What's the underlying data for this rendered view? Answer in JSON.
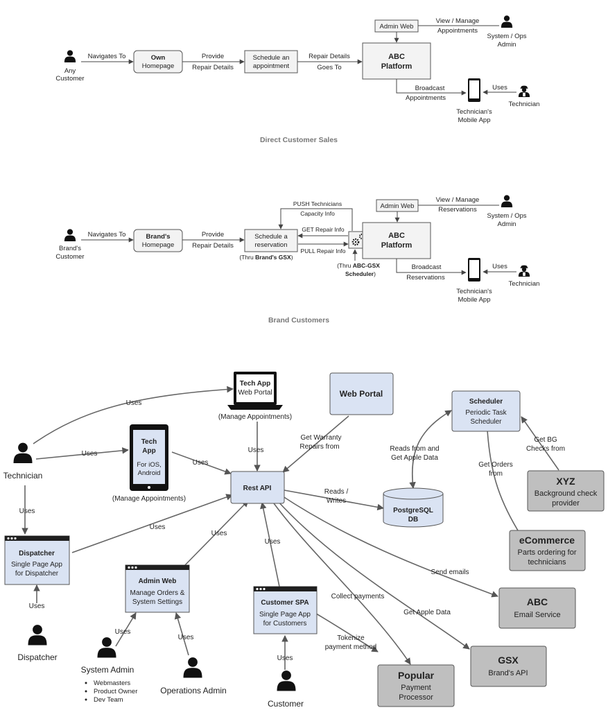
{
  "sections": [
    {
      "caption": "Direct Customer Sales"
    },
    {
      "caption": "Brand Customers"
    }
  ],
  "top": {
    "actor_customer": [
      "Any",
      "Customer"
    ],
    "edge_navigates": "Navigates To",
    "own_homepage": [
      "Own",
      "Homepage"
    ],
    "edge_provide": [
      "Provide",
      "Repair Details"
    ],
    "schedule_box": [
      "Schedule an",
      "appointment"
    ],
    "edge_repair": [
      "Repair Details",
      "Goes To"
    ],
    "admin_web": "Admin Web",
    "edge_view": [
      "View / Manage",
      "Appointments"
    ],
    "sysops": [
      "System / Ops",
      "Admin"
    ],
    "platform": [
      "ABC",
      "Platform"
    ],
    "edge_broadcast": [
      "Broadcast",
      "Appointments"
    ],
    "edge_uses": "Uses",
    "technician": "Technician",
    "mobile_app": [
      "Technician's",
      "Mobile App"
    ]
  },
  "mid": {
    "actor_customer": [
      "Brand's",
      "Customer"
    ],
    "edge_navigates": "Navigates To",
    "brand_homepage": [
      "Brand's",
      "Homepage"
    ],
    "edge_provide": [
      "Provide",
      "Repair Details"
    ],
    "schedule_box": [
      "Schedule a",
      "reservation"
    ],
    "thru_gsx_prefix": "(Thru ",
    "thru_gsx_bold": "Brand's GSX",
    "thru_gsx_suffix": ")",
    "edge_push": [
      "PUSH Technicians",
      "Capacity Info"
    ],
    "edge_get": "GET Repair Info",
    "edge_pull": "PULL Repair Info",
    "thru_sched_prefix": "(Thru ",
    "thru_sched_bold1": "ABC-GSX",
    "thru_sched_bold2": "Scheduler",
    "thru_sched_suffix": ")",
    "admin_web": "Admin Web",
    "edge_view": [
      "View / Manage",
      "Reservations"
    ],
    "sysops": [
      "System / Ops",
      "Admin"
    ],
    "platform": [
      "ABC",
      "Platform"
    ],
    "edge_broadcast": [
      "Broadcast",
      "Reservations"
    ],
    "edge_uses": "Uses",
    "technician": "Technician",
    "mobile_app": [
      "Technician's",
      "Mobile App"
    ]
  },
  "arch": {
    "tech_app_web": {
      "title": "Tech App",
      "sub": "Web Portal",
      "note": "(Manage Appointments)"
    },
    "tech_app_mobile": {
      "title": [
        "Tech",
        "App"
      ],
      "sub": [
        "For iOS,",
        "Android"
      ],
      "note": "(Manage Appointments)"
    },
    "web_portal": "Web Portal",
    "scheduler": {
      "title": "Scheduler",
      "sub": [
        "Periodic Task",
        "Scheduler"
      ]
    },
    "rest_api": "Rest API",
    "postgres": [
      "PostgreSQL",
      "DB"
    ],
    "xyz": {
      "title": "XYZ",
      "sub": [
        "Background check",
        "provider"
      ]
    },
    "ecommerce": {
      "title": "eCommerce",
      "sub": [
        "Parts ordering for",
        "technicians"
      ]
    },
    "abc_email": {
      "title": "ABC",
      "sub": "Email Service"
    },
    "gsx": {
      "title": "GSX",
      "sub": "Brand's API"
    },
    "popular": {
      "title": "Popular",
      "sub": [
        "Payment",
        "Processor"
      ]
    },
    "dispatcher_app": {
      "title": "Dispatcher",
      "sub": [
        "Single Page App",
        "for Dispatcher"
      ]
    },
    "admin_web": {
      "title": "Admin Web",
      "sub": [
        "Manage Orders &",
        "System Settings"
      ]
    },
    "customer_spa": {
      "title": "Customer SPA",
      "sub": [
        "Single Page App",
        "for Customers"
      ]
    },
    "actor_technician": "Technician",
    "actor_dispatcher": "Dispatcher",
    "actor_sysadmin": "System Admin",
    "sysadmin_roles": [
      "Webmasters",
      "Product Owner",
      "Dev Team"
    ],
    "actor_opsadmin": "Operations Admin",
    "actor_customer": "Customer",
    "edges": {
      "uses": "Uses",
      "warranty": [
        "Get Warranty",
        "Repairs from"
      ],
      "reads_apple": [
        "Reads from and",
        "Get Apple Data"
      ],
      "get_bg": [
        "Get BG",
        "Checks from"
      ],
      "get_orders": [
        "Get Orders",
        "from"
      ],
      "reads_writes": [
        "Reads /",
        "Writes"
      ],
      "send_emails": "Send emails",
      "collect_payments": "Collect payments",
      "get_apple_data": "Get Apple Data",
      "tokenize": [
        "Tokenize",
        "payment method"
      ]
    }
  }
}
